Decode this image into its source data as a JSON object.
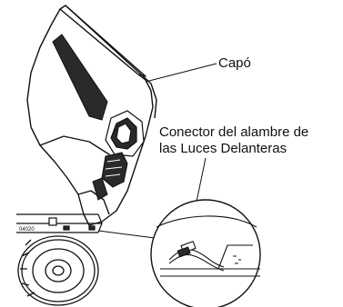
{
  "figure_number": "04020",
  "callouts": {
    "hood": "Capó",
    "connector_line1": "Conector del alambre de",
    "connector_line2": "las Luces Delanteras"
  },
  "colors": {
    "ink": "#111111",
    "paper": "#ffffff",
    "fill_dark": "#2a2a2a"
  }
}
